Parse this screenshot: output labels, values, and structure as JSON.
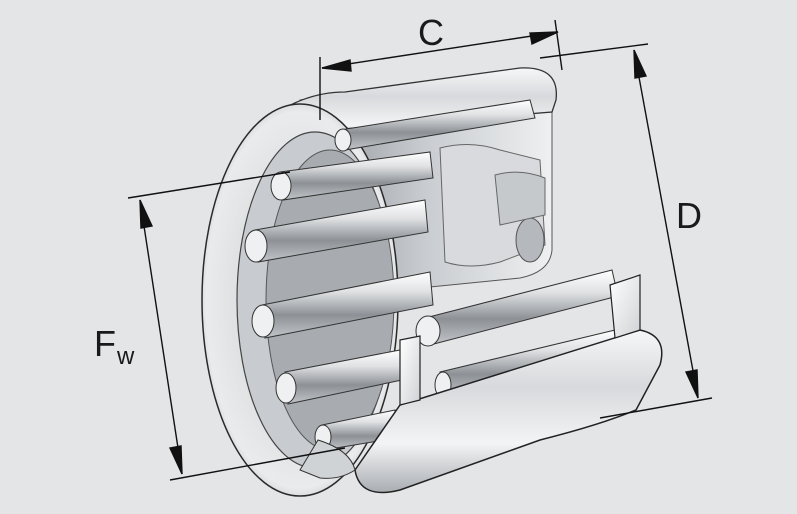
{
  "figure": {
    "type": "needle roller bearing drawn cup, cutaway view",
    "colors": {
      "background": "#e4e5e7",
      "steel_light": "#f4f5f6",
      "steel_mid": "#b9bcc0",
      "steel_dark": "#6f7378",
      "line": "#1a1a1a"
    }
  },
  "dimensions": {
    "c_label": "C",
    "d_label": "D",
    "fw_main": "F",
    "fw_sub": "w"
  }
}
